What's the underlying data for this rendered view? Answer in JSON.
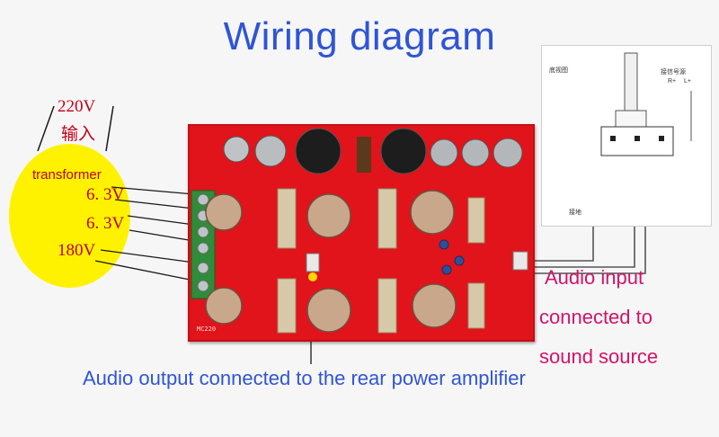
{
  "title": "Wiring diagram",
  "transformer": {
    "voltage_top": "220V",
    "input_cn": "输入",
    "name": "transformer",
    "tap_1": "6. 3V",
    "tap_2": "6. 3V",
    "tap_3": "180V"
  },
  "board": {
    "model": "MC220"
  },
  "potentiometer": {
    "view_label": "底视图",
    "signal_label": "接信号源",
    "right_pin": "R+",
    "left_pin": "L+",
    "ground_label": "接地"
  },
  "notes": {
    "audio_input_1": "Audio input",
    "audio_input_2": "connected to",
    "audio_input_3": "sound source",
    "audio_output": "Audio output  connected to the rear power amplifier"
  },
  "colors": {
    "title_blue": "#2f55d4",
    "note_pink": "#d1146a",
    "label_red": "#c00018",
    "transformer_yellow": "#fff200",
    "pcb_red": "#e0141a"
  }
}
